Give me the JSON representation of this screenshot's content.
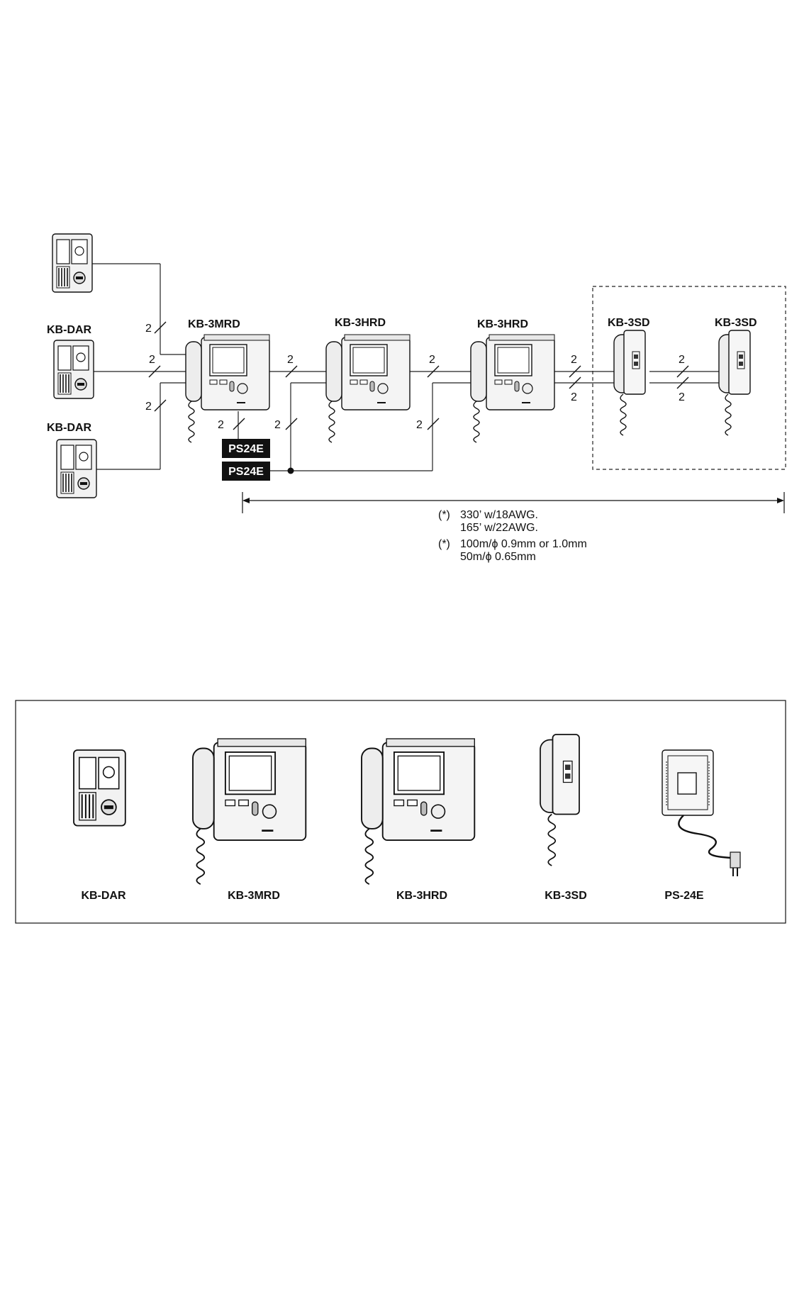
{
  "wiring": {
    "kb_dar_top": "KB-DAR",
    "kb_dar_bottom": "KB-DAR",
    "kb_3mrd": "KB-3MRD",
    "kb_3hrd_1": "KB-3HRD",
    "kb_3hrd_2": "KB-3HRD",
    "kb_3sd_1": "KB-3SD",
    "kb_3sd_2": "KB-3SD",
    "ps_1": "PS24E",
    "ps_2": "PS24E",
    "wire_count": "2",
    "note_asterisk_1": "(*)",
    "note_line_1": "330’ w/18AWG.",
    "note_line_2": "165’ w/22AWG.",
    "note_asterisk_2": "(*)",
    "note_line_3": "100m/ϕ 0.9mm or 1.0mm",
    "note_line_4": "50m/ϕ 0.65mm"
  },
  "catalog": {
    "items": [
      "KB-DAR",
      "KB-3MRD",
      "KB-3HRD",
      "KB-3SD",
      "PS-24E"
    ]
  }
}
